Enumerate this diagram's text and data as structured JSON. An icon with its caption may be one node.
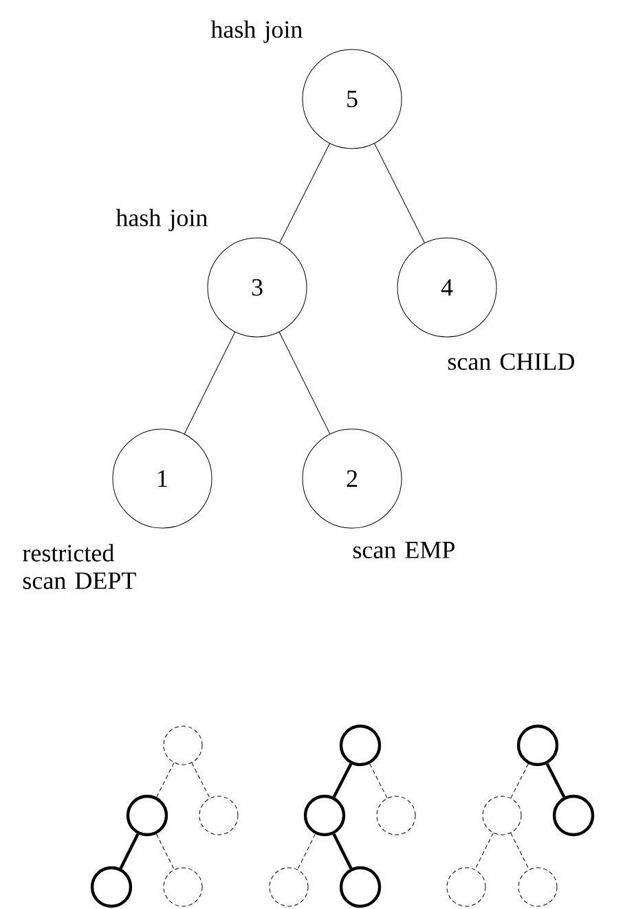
{
  "diagram": {
    "nodes": [
      {
        "text": [
          "5"
        ],
        "beside": [
          "hash join"
        ]
      },
      {
        "text": [
          "3"
        ],
        "beside": [
          "hash join"
        ]
      },
      {
        "text": [
          "4"
        ],
        "beside": [
          "scan CHILD"
        ]
      },
      {
        "text": [
          "1"
        ],
        "beside": [
          "restricted scan DEPT"
        ]
      },
      {
        "text": [
          "2"
        ],
        "beside": [
          "scan EMP"
        ]
      },
      {
        "text": [],
        "shape": "circle"
      },
      {
        "text": [],
        "shape": "circle"
      },
      {
        "text": [],
        "shape": "circle"
      },
      {
        "text": [],
        "shape": "circle"
      },
      {
        "text": [],
        "shape": "circle"
      },
      {
        "text": [],
        "shape": "circle"
      },
      {
        "text": [],
        "shape": "circle"
      },
      {
        "text": [],
        "shape": "circle"
      },
      {
        "text": [],
        "shape": "circle"
      },
      {
        "text": [],
        "shape": "circle"
      },
      {
        "text": [],
        "shape": "circle"
      },
      {
        "text": [],
        "shape": "circle"
      },
      {
        "text": [],
        "shape": "circle"
      },
      {
        "text": [],
        "shape": "circle"
      },
      {
        "text": [],
        "shape": "circle"
      }
    ],
    "edges": [
      {
        "from": 0,
        "to": 1,
        "arrow": "none"
      },
      {
        "from": 0,
        "to": 2,
        "arrow": "none"
      },
      {
        "from": 1,
        "to": 3,
        "arrow": "none"
      },
      {
        "from": 1,
        "to": 4,
        "arrow": "none"
      },
      {
        "from": 5,
        "to": 6,
        "arrow": "none",
        "style": "dashed"
      },
      {
        "from": 5,
        "to": 7,
        "arrow": "none",
        "style": "dashed"
      },
      {
        "from": 6,
        "to": 8,
        "arrow": "none",
        "style": "thick"
      },
      {
        "from": 6,
        "to": 9,
        "arrow": "none",
        "style": "dashed"
      },
      {
        "from": 10,
        "to": 11,
        "arrow": "none",
        "style": "thick"
      },
      {
        "from": 10,
        "to": 12,
        "arrow": "none",
        "style": "dashed"
      },
      {
        "from": 11,
        "to": 13,
        "arrow": "none",
        "style": "dashed"
      },
      {
        "from": 11,
        "to": 14,
        "arrow": "none",
        "style": "thick"
      },
      {
        "from": 15,
        "to": 16,
        "arrow": "none",
        "style": "dashed"
      },
      {
        "from": 15,
        "to": 17,
        "arrow": "none",
        "style": "thick"
      },
      {
        "from": 16,
        "to": 18,
        "arrow": "none",
        "style": "dashed"
      },
      {
        "from": 16,
        "to": 19,
        "arrow": "none",
        "style": "dashed"
      }
    ]
  }
}
